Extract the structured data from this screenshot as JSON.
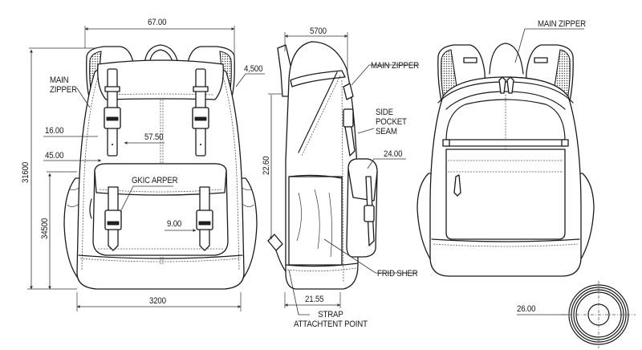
{
  "diagram": {
    "type": "technical-drawing",
    "subject": "backpack",
    "line_color": "#1a1a1a",
    "background": "#ffffff",
    "views": [
      {
        "id": "front",
        "annotations": {
          "main_zipper": "MAIN\nZIPPER",
          "front_pocket": "GKIC ARPER"
        },
        "dimensions": {
          "overall_width_top": "67.00",
          "strap_offset": "4.500",
          "overall_height": "31600",
          "pocket_height": "34500",
          "upper_offset": "16.00",
          "pocket_top_offset": "45.00",
          "strap_spacing": "57.50",
          "buckle_offset": "9.00",
          "base_width": "3200"
        }
      },
      {
        "id": "side",
        "annotations": {
          "main_zipper": "MAIN ZIPPER",
          "side_pocket_seam": "SIDE\nPOCKET\nSEAM",
          "fabric": "FRID SHER",
          "strap_attachment": "STRAP\nATTACHTENT POINT"
        },
        "dimensions": {
          "depth_top": "5700",
          "height": "22.60",
          "side_pocket": "24.00",
          "base_depth": "21.55"
        }
      },
      {
        "id": "back",
        "annotations": {
          "main_zipper": "MAIN ZIPPER"
        }
      },
      {
        "id": "detail-circle",
        "dimensions": {
          "diameter": "26.00"
        }
      }
    ]
  },
  "labels": {
    "front_width": "67.00",
    "front_strap_offset": "4,500",
    "front_main_zipper": "MAIN\nZIPPER",
    "front_16": "16.00",
    "front_45": "45.00",
    "front_5750": "57.50",
    "front_31600": "31600",
    "front_34500": "34500",
    "front_pocket": "GKIC ARPER",
    "front_900": "9.00",
    "front_3200": "3200",
    "side_5700": "5700",
    "side_main_zipper": "MAIN ZIPPER",
    "side_pocket_seam": "SIDE\nPOCKET\nSEAM",
    "side_2400": "24.00",
    "side_2260": "22.60",
    "side_fabric": "FRID SHER",
    "side_2155": "21.55",
    "side_strap": "STRAP\nATTACHTENT POINT",
    "back_main_zipper": "MAIN ZIPPER",
    "detail_2600": "26.00"
  }
}
